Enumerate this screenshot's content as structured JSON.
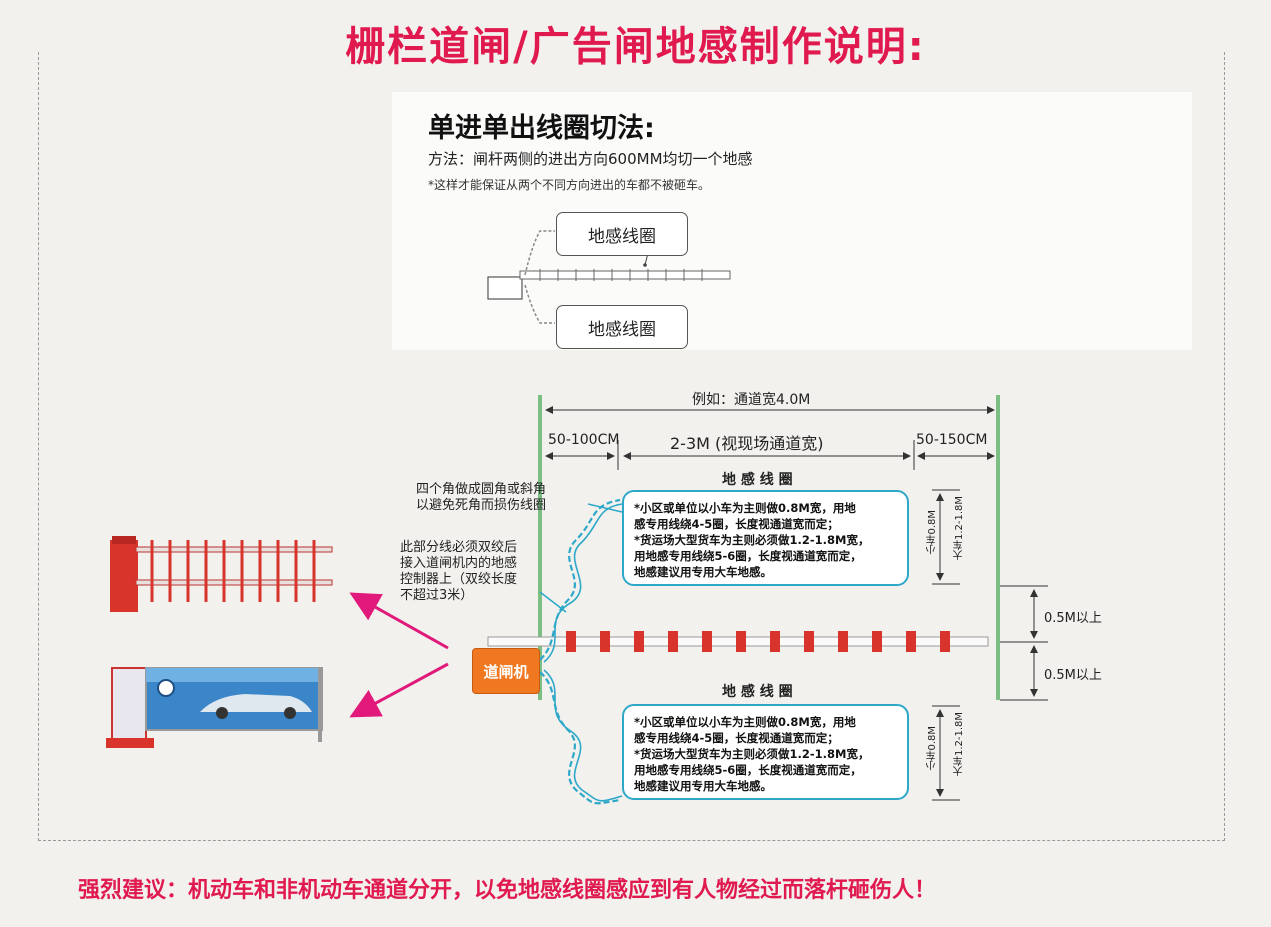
{
  "title": "栅栏道闸/广告闸地感制作说明:",
  "section": {
    "heading": "单进单出线圈切法:",
    "method": "方法：闸杆两侧的进出方向600MM均切一个地感",
    "note": "*这样才能保证从两个不同方向进出的车都不被砸车。",
    "coil_top": "地感线圈",
    "coil_bottom": "地感线圈"
  },
  "dimensions": {
    "lane_example": "例如：通道宽4.0M",
    "left_gap": "50-100CM",
    "middle": "2-3M (视现场通道宽)",
    "right_gap": "50-150CM",
    "offset_top": "0.5M以上",
    "offset_bottom": "0.5M以上"
  },
  "notes": {
    "corner": [
      "四个角做成圆角或斜角",
      "以避免死角而损伤线圈"
    ],
    "twist": [
      "此部分线必须双绞后",
      "接入道闸机内的地感",
      "控制器上（双绞长度",
      "不超过3米）"
    ]
  },
  "coil_top": {
    "heading": "地 感 线 圈",
    "lines": [
      "*小区或单位以小车为主则做0.8M宽，用地",
      "感专用线绕4-5圈，长度视通道宽而定；",
      "*货运场大型货车为主则必须做1.2-1.8M宽，",
      "用地感专用线绕5-6圈，长度视通道宽而定，",
      "地感建议用专用大车地感。"
    ],
    "side_small": "小车0.8M",
    "side_large": "大车1.2-1.8M"
  },
  "coil_bottom": {
    "heading": "地 感 线 圈",
    "lines": [
      "*小区或单位以小车为主则做0.8M宽，用地",
      "感专用线绕4-5圈，长度视通道宽而定；",
      "*货运场大型货车为主则必须做1.2-1.8M宽，",
      "用地感专用线绕5-6圈，长度视通道宽而定，",
      "地感建议用专用大车地感。"
    ],
    "side_small": "小车0.8M",
    "side_large": "大车1.2-1.8M"
  },
  "controller": "道闸机",
  "recommendation": "强烈建议：机动车和非机动车通道分开，以免地感线圈感应到有人物经过而落杆砸伤人！",
  "colors": {
    "title": "#e0194f",
    "accent_line": "#7bbf85",
    "coil_border": "#2ea8c8",
    "controller": "#f07820",
    "arm_stripe": "#d9342b",
    "arrow": "#e0197a"
  },
  "icons": {
    "fence_gate": "fence-barrier-gate-image",
    "ad_gate": "advertising-barrier-gate-image"
  }
}
